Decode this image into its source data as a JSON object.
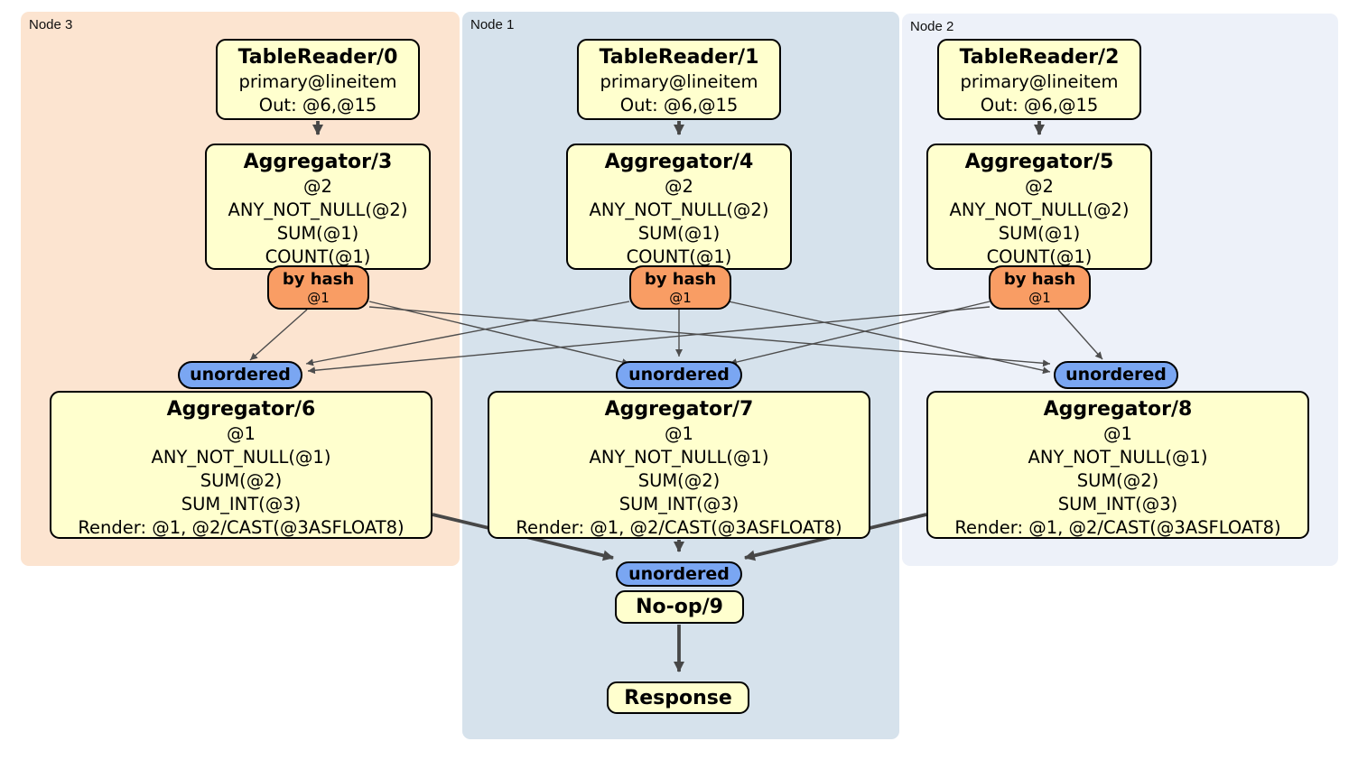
{
  "diagram": {
    "regions": {
      "node3": {
        "label": "Node 3"
      },
      "node1": {
        "label": "Node 1"
      },
      "node2": {
        "label": "Node 2"
      }
    },
    "operators": {
      "tablereader0": {
        "title": "TableReader/0",
        "lines": [
          "primary@lineitem",
          "Out: @6,@15"
        ]
      },
      "tablereader1": {
        "title": "TableReader/1",
        "lines": [
          "primary@lineitem",
          "Out: @6,@15"
        ]
      },
      "tablereader2": {
        "title": "TableReader/2",
        "lines": [
          "primary@lineitem",
          "Out: @6,@15"
        ]
      },
      "aggregator3": {
        "title": "Aggregator/3",
        "lines": [
          "@2",
          "ANY_NOT_NULL(@2)",
          "SUM(@1)",
          "COUNT(@1)"
        ]
      },
      "aggregator4": {
        "title": "Aggregator/4",
        "lines": [
          "@2",
          "ANY_NOT_NULL(@2)",
          "SUM(@1)",
          "COUNT(@1)"
        ]
      },
      "aggregator5": {
        "title": "Aggregator/5",
        "lines": [
          "@2",
          "ANY_NOT_NULL(@2)",
          "SUM(@1)",
          "COUNT(@1)"
        ]
      },
      "aggregator6": {
        "title": "Aggregator/6",
        "lines": [
          "@1",
          "ANY_NOT_NULL(@1)",
          "SUM(@2)",
          "SUM_INT(@3)",
          "Render: @1, @2/CAST(@3ASFLOAT8)"
        ]
      },
      "aggregator7": {
        "title": "Aggregator/7",
        "lines": [
          "@1",
          "ANY_NOT_NULL(@1)",
          "SUM(@2)",
          "SUM_INT(@3)",
          "Render: @1, @2/CAST(@3ASFLOAT8)"
        ]
      },
      "aggregator8": {
        "title": "Aggregator/8",
        "lines": [
          "@1",
          "ANY_NOT_NULL(@1)",
          "SUM(@2)",
          "SUM_INT(@3)",
          "Render: @1, @2/CAST(@3ASFLOAT8)"
        ]
      },
      "noop9": {
        "title": "No-op/9"
      },
      "response": {
        "title": "Response"
      }
    },
    "routers": {
      "byhash3": {
        "label": "by hash",
        "detail": "@1"
      },
      "byhash4": {
        "label": "by hash",
        "detail": "@1"
      },
      "byhash5": {
        "label": "by hash",
        "detail": "@1"
      }
    },
    "streams": {
      "unordered6": {
        "label": "unordered"
      },
      "unordered7": {
        "label": "unordered"
      },
      "unordered8": {
        "label": "unordered"
      },
      "unordered9": {
        "label": "unordered"
      }
    },
    "edges": [
      {
        "from": "tablereader0",
        "to": "aggregator3"
      },
      {
        "from": "tablereader1",
        "to": "aggregator4"
      },
      {
        "from": "tablereader2",
        "to": "aggregator5"
      },
      {
        "from": "byhash3",
        "to": "unordered6"
      },
      {
        "from": "byhash3",
        "to": "unordered7"
      },
      {
        "from": "byhash3",
        "to": "unordered8"
      },
      {
        "from": "byhash4",
        "to": "unordered6"
      },
      {
        "from": "byhash4",
        "to": "unordered7"
      },
      {
        "from": "byhash4",
        "to": "unordered8"
      },
      {
        "from": "byhash5",
        "to": "unordered6"
      },
      {
        "from": "byhash5",
        "to": "unordered7"
      },
      {
        "from": "byhash5",
        "to": "unordered8"
      },
      {
        "from": "aggregator6",
        "to": "unordered9"
      },
      {
        "from": "aggregator7",
        "to": "unordered9"
      },
      {
        "from": "aggregator8",
        "to": "unordered9"
      },
      {
        "from": "noop9",
        "to": "response"
      }
    ],
    "colors": {
      "node3_bg": "#fce4d0",
      "node1_bg": "#d6e2ec",
      "node2_bg": "#edf1f9",
      "operator_bg": "#ffffce",
      "router_bg": "#f99d64",
      "stream_bg": "#7aa6f2",
      "edge": "#4a4a4a",
      "border": "#000000"
    }
  }
}
